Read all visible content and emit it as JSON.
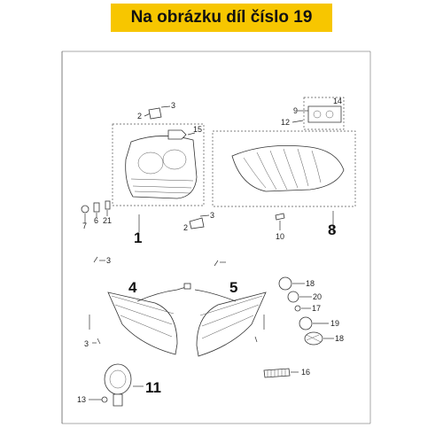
{
  "banner": {
    "text": "Na obrázku díl číslo 19",
    "color": "#f7c600"
  },
  "labels": {
    "l1": "1",
    "l2a": "2",
    "l2b": "2",
    "l3a": "3",
    "l3b": "3",
    "l3c": "3",
    "l3d": "3",
    "l4": "4",
    "l5": "5",
    "l6": "6",
    "l7": "7",
    "l8": "8",
    "l9": "9",
    "l10": "10",
    "l11": "11",
    "l12": "12",
    "l13": "13",
    "l14": "14",
    "l15": "15",
    "l16": "16",
    "l17": "17",
    "l18a": "18",
    "l18b": "18",
    "l19": "19",
    "l20": "20",
    "l21": "21"
  }
}
